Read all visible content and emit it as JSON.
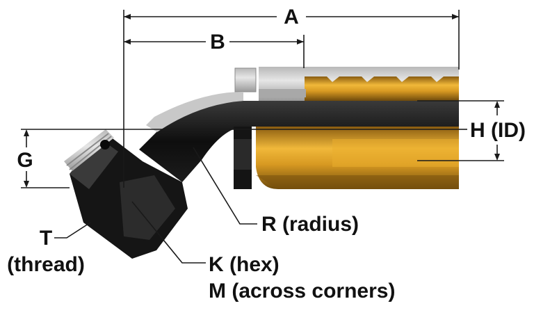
{
  "labels": {
    "A": "A",
    "B": "B",
    "G": "G",
    "H": "H (ID)",
    "R": "R (radius)",
    "T": "T",
    "thread": "(thread)",
    "K": "K (hex)",
    "M": "M (across corners)"
  },
  "colors": {
    "line": "#1a1a1a",
    "black_part": "#111111",
    "silver_light": "#d6d6d6",
    "silver_dark": "#8e8e8e",
    "gold_light": "#e8b23a",
    "gold_dark": "#7a520e"
  }
}
